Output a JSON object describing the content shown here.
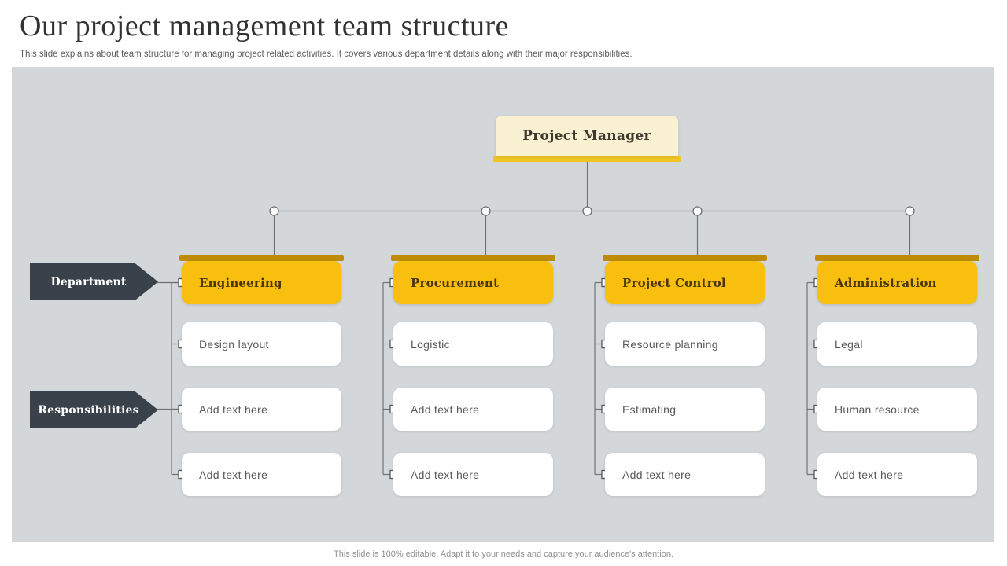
{
  "slide": {
    "title": "Our project management team structure",
    "subtitle": "This slide explains about team structure for managing project related activities. It covers various department details along with their major responsibilities.",
    "footer": "This slide is 100% editable. Adapt it to your needs and capture your audience's attention."
  },
  "org_chart": {
    "root": {
      "label": "Project Manager"
    },
    "row_labels": {
      "department": "Department",
      "responsibilities": "Responsibilities"
    },
    "departments": [
      {
        "name": "Engineering",
        "responsibilities": [
          "Design layout",
          "Add text here",
          "Add text here"
        ]
      },
      {
        "name": "Procurement",
        "responsibilities": [
          "Logistic",
          "Add text here",
          "Add text here"
        ]
      },
      {
        "name": "Project Control",
        "responsibilities": [
          "Resource planning",
          "Estimating",
          "Add text here"
        ]
      },
      {
        "name": "Administration",
        "responsibilities": [
          "Legal",
          "Human resource",
          "Add text here"
        ]
      }
    ]
  },
  "colors": {
    "panel_bg": "#d3d7d9",
    "dept_fill": "#f9bf0e",
    "dept_bar": "#bf8b05",
    "root_fill": "#faf0d2",
    "root_bar": "#f2c622",
    "tag_fill": "#39424a",
    "connector": "#6e7276",
    "connector_dark": "#55585c",
    "title_color": "#303234",
    "dept_text": "#4a3607",
    "root_text": "#3d392f",
    "item_text": "#57585a"
  }
}
